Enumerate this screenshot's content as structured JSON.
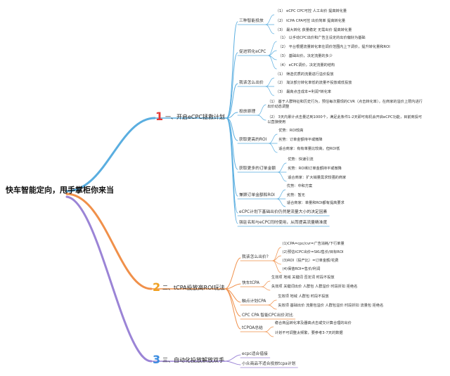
{
  "root": "快车智能定向，甩手掌柜你来当",
  "colors": {
    "branch1": "#5aaee0",
    "branch2": "#f0904a",
    "branch3": "#9b84d6",
    "num1": "#e53935",
    "num2": "#f0a020",
    "num3": "#3b8de0"
  },
  "branches": [
    {
      "num": "1",
      "label": "一、开启eCPC拯救计划",
      "subs": [
        {
          "label": "三种智能投放",
          "items": [
            "（1） eCPC CPC可控 人工出价 提高转化量",
            "（2） tCPA CPA可控 出价简单 提高转化量",
            "（3） 最大转化 获量稳定 无需出价 提高转化量"
          ]
        },
        {
          "label": "促进转化eCPC",
          "items": [
            "（1） 以手动CPC出价和广告主设定的出价偏好为基础",
            "（2） 平台根据流量转化率在调价范围内上下调价，提升转化量和ROI",
            "（3） 基础出价，决定流量的多少",
            "（4） eCPC调价，决定流量的结构"
          ]
        },
        {
          "label": "我该怎么出价",
          "items": [
            "（1） 筛选优质的流量进行溢价投放",
            "（2） 淘汰部分转化率低的流量不投放或低投放",
            "（3） 最高点击成本=利润*转化率"
          ]
        },
        {
          "label": "投放原理",
          "items": [
            "（1） 基于人群特征和历史行为，预估每次展现的CVR（点击转化率），在商家的溢价上限内进行出价动态调整",
            "（2） 3天内累计点击量达到1000个，满足此条件1-2天即可有机会开启eCPC功能，目前商投可以直接使用"
          ]
        },
        {
          "label": "获取更高的ROI",
          "items": [
            "优势：ROI较高",
            "劣势：订单金额待平或微降",
            "适合商家：有有单量比较高，但ROI低"
          ]
        },
        {
          "label": "获取更多的订单金额",
          "items": [
            "优势：快速引流",
            "劣势：ROI和订单金额持平或微降",
            "适合商家：扩大销量需求较强的商家"
          ]
        },
        {
          "label": "兼顾订单金额和ROI",
          "items": [
            "优势：中和方案",
            "劣势：暂无",
            "适合商家：单量和ROI都有提高要求"
          ]
        },
        {
          "label": "eCPC计划下基础出价仍然是流量大小的决定因素",
          "items": []
        },
        {
          "label": "强驻名和与eCPC同时使用，从而提高流量精准度",
          "items": []
        }
      ]
    },
    {
      "num": "2",
      "label": "二、tCPA投放高ROI玩法",
      "subs": [
        {
          "label": "我该怎么出价？",
          "items": [
            "(1)CPA=cpc/cvr=广告消耗/下行单量",
            "(2)预估tCPC出价=SKU售价/目标ROI",
            "(3)ROI（投产比）=订单金额/花费",
            "(4)保值ROI=售价/利润"
          ]
        },
        {
          "label": "快车tCPA",
          "items": [
            "生效项 地域 关键词 否定词 时段不投放",
            "失效项 关键词出价 人群包 人群溢价 时段折扣 拒绝名"
          ]
        },
        {
          "label": "触点计划CPA",
          "items": [
            "生效项 地域 人群包 时段不投放",
            "失效项 基础出价 流量包溢价 人群包溢价 时段折扣 流量包 拒绝名"
          ]
        },
        {
          "label": "CPC CPA 智能CPC出价对比",
          "items": []
        },
        {
          "label": "tCPOA总结",
          "items": [
            "稳合商品转化率及器高点击或交计算合理的出价",
            "计划不可调整太频繁，要参考3-7天的数据"
          ]
        }
      ]
    },
    {
      "num": "3",
      "label": "三、自动化投放解放双手",
      "subs": [
        {
          "label": "ecpc适合借接",
          "items": []
        },
        {
          "label": "小众商品不适合投放tcpa计划",
          "items": []
        }
      ]
    }
  ]
}
